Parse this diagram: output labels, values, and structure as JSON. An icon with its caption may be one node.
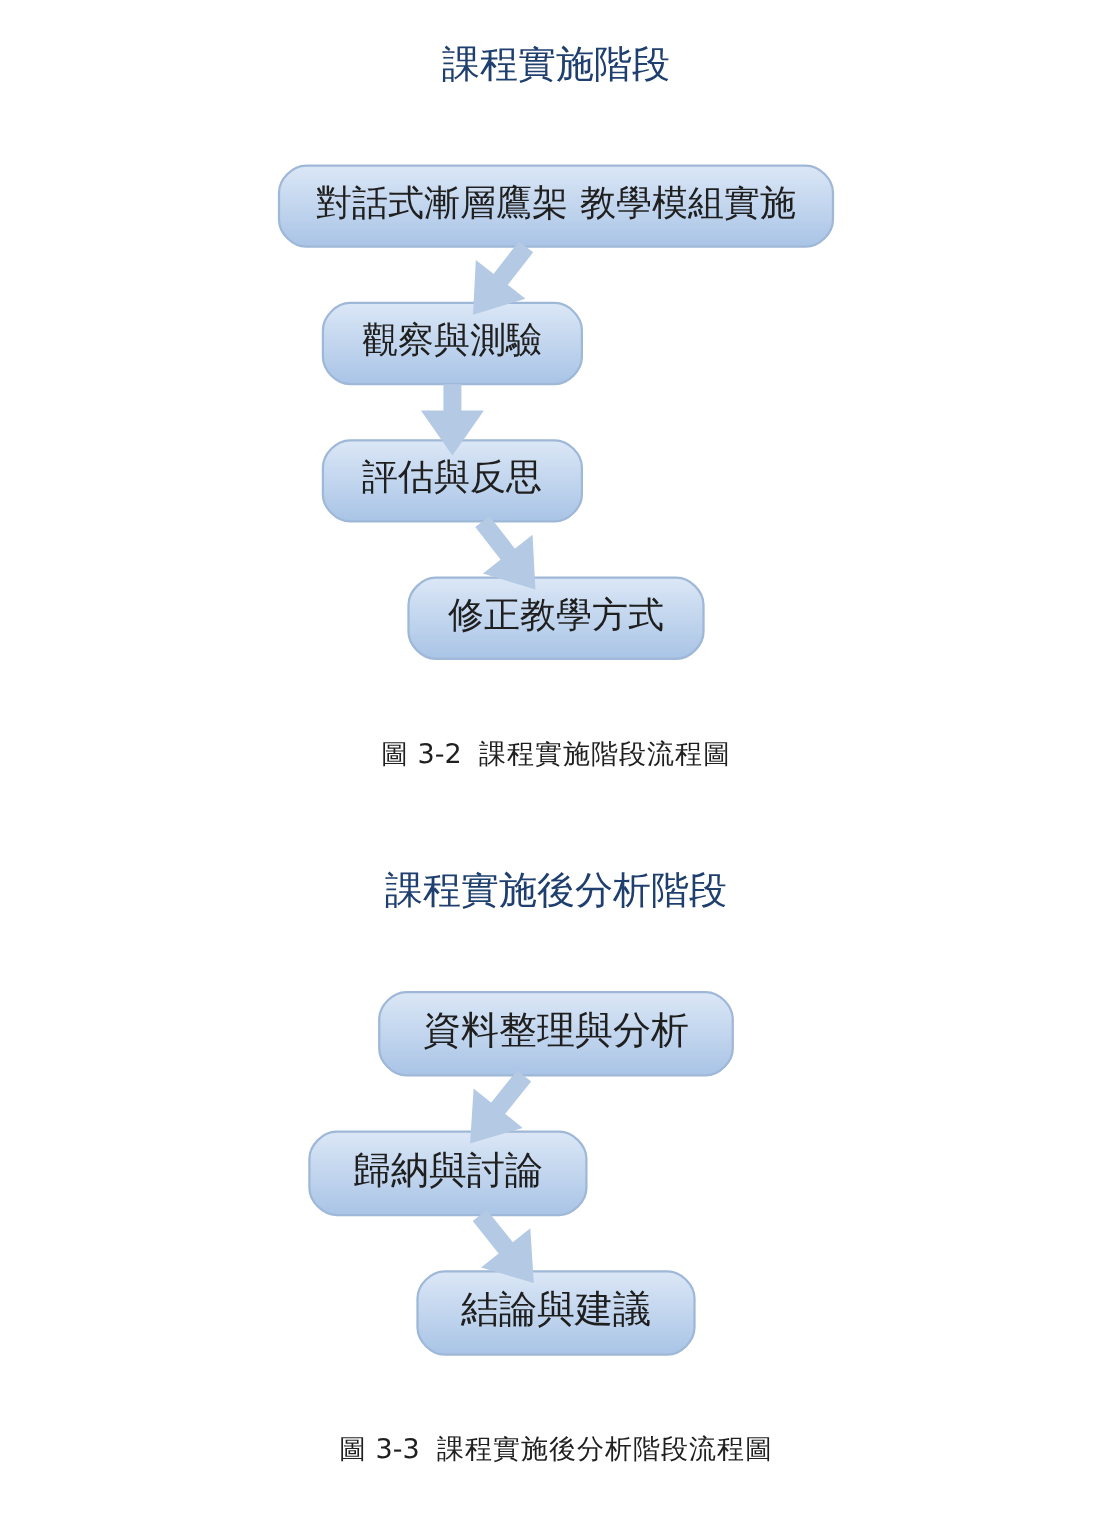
{
  "diagram": {
    "nodes": [
      {
        "text": [
          "對話式漸層鷹架 教學模組實施"
        ]
      },
      {
        "text": [
          "觀察與測驗"
        ]
      },
      {
        "text": [
          "評估與反思"
        ]
      },
      {
        "text": [
          "修正教學方式"
        ]
      },
      {
        "text": [
          "資料整理與分析"
        ]
      },
      {
        "text": [
          "歸納與討論"
        ]
      },
      {
        "text": [
          "結論與建議"
        ]
      }
    ],
    "edges": [
      {
        "from": 0,
        "to": 1,
        "arrow": "to"
      },
      {
        "from": 1,
        "to": 2,
        "arrow": "to"
      },
      {
        "from": 2,
        "to": 3,
        "arrow": "to"
      },
      {
        "from": 4,
        "to": 5,
        "arrow": "to"
      },
      {
        "from": 5,
        "to": 6,
        "arrow": "to"
      }
    ],
    "labels": [
      "課程實施階段",
      "圖 3-2  課程實施階段流程圖",
      "課程實施後分析階段",
      "圖 3-3  課程實施後分析階段流程圖"
    ]
  }
}
